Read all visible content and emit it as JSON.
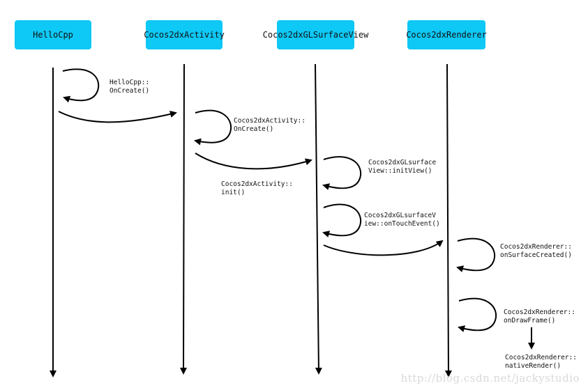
{
  "participants": {
    "hellocpp": "HelloCpp",
    "activity": "Cocos2dxActivity",
    "surfaceview": "Cocos2dxGLSurfaceView",
    "renderer": "Cocos2dxRenderer"
  },
  "messages": {
    "hellocpp_oncreate": "HelloCpp::\nOnCreate()",
    "activity_oncreate": "Cocos2dxActivity::\nOnCreate()",
    "activity_init": "Cocos2dxActivity::\ninit()",
    "surface_initview": "Cocos2dxGLsurface\nView::initView()",
    "surface_ontouch": "Cocos2dxGLsurfaceV\niew::onTouchEvent()",
    "renderer_onsurfacecreated": "Cocos2dxRenderer::\nonSurfaceCreated()",
    "renderer_ondrawframe": "Cocos2dxRenderer::\nonDrawFrame()",
    "renderer_nativerender": "Cocos2dxRenderer::\nnativeRender()"
  },
  "watermark": "http://blog.csdn.net/jackystudio",
  "colors": {
    "participant_fill": "#0ec8f5",
    "line": "#000000",
    "watermark": "#d9d9d9"
  }
}
